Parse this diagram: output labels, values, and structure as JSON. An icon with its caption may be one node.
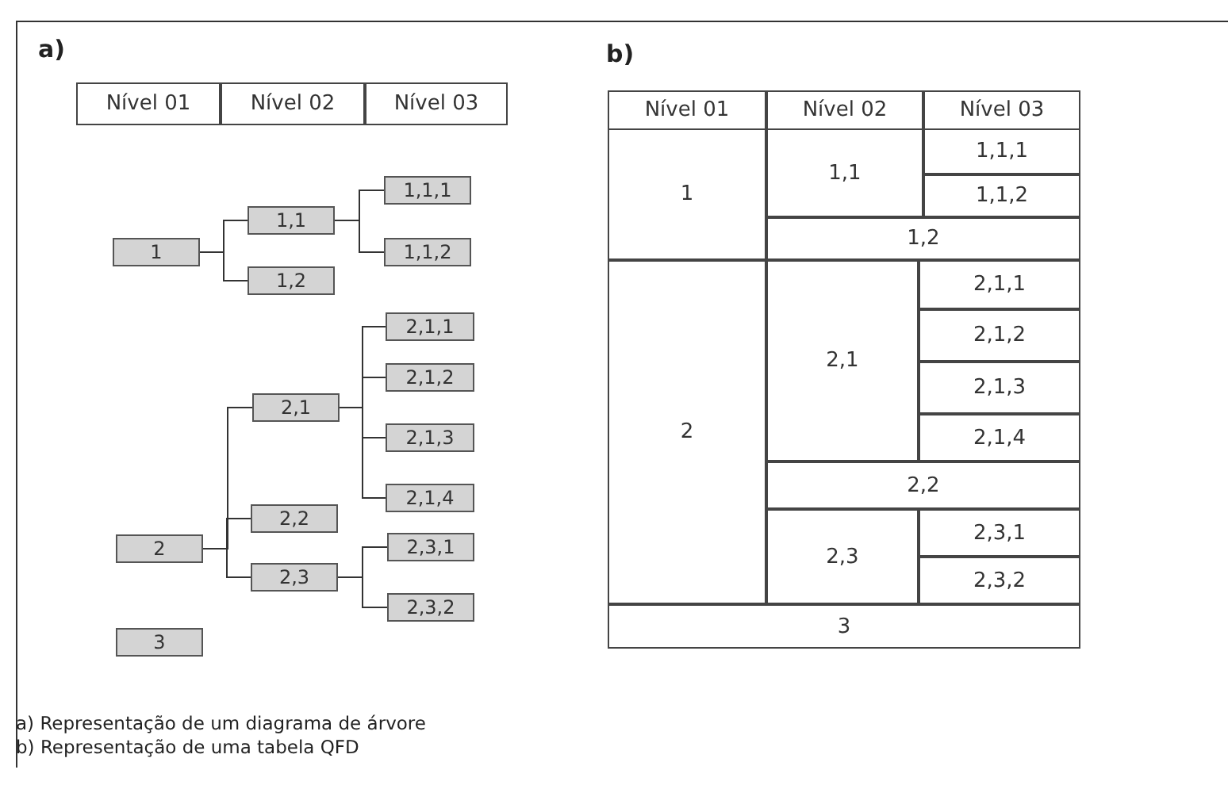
{
  "diagram": {
    "nodes": [
      {
        "text": [
          "1"
        ]
      },
      {
        "text": [
          "1,1"
        ]
      },
      {
        "text": [
          "1,1,1"
        ]
      },
      {
        "text": [
          "1,1,2"
        ]
      },
      {
        "text": [
          "1,2"
        ]
      },
      {
        "text": [
          "2"
        ]
      },
      {
        "text": [
          "2,1"
        ]
      },
      {
        "text": [
          "2,1,1"
        ]
      },
      {
        "text": [
          "2,1,2"
        ]
      },
      {
        "text": [
          "2,1,3"
        ]
      },
      {
        "text": [
          "2,1,4"
        ]
      },
      {
        "text": [
          "2,2"
        ]
      },
      {
        "text": [
          "2,3"
        ]
      },
      {
        "text": [
          "2,3,1"
        ]
      },
      {
        "text": [
          "2,3,2"
        ]
      },
      {
        "text": [
          "3"
        ]
      }
    ],
    "edges": [
      {
        "from": 0,
        "to": 1,
        "arrow": "none"
      },
      {
        "from": 0,
        "to": 4,
        "arrow": "none"
      },
      {
        "from": 1,
        "to": 2,
        "arrow": "none"
      },
      {
        "from": 1,
        "to": 3,
        "arrow": "none"
      },
      {
        "from": 5,
        "to": 6,
        "arrow": "none"
      },
      {
        "from": 5,
        "to": 11,
        "arrow": "none"
      },
      {
        "from": 5,
        "to": 12,
        "arrow": "none"
      },
      {
        "from": 6,
        "to": 7,
        "arrow": "none"
      },
      {
        "from": 6,
        "to": 8,
        "arrow": "none"
      },
      {
        "from": 6,
        "to": 9,
        "arrow": "none"
      },
      {
        "from": 6,
        "to": 10,
        "arrow": "none"
      },
      {
        "from": 12,
        "to": 13,
        "arrow": "none"
      },
      {
        "from": 12,
        "to": 14,
        "arrow": "none"
      }
    ],
    "labels": [
      "a)",
      "Nível 01",
      "Nível 02",
      "Nível 03",
      "b)",
      "Nível 01",
      "Nível 02",
      "Nível 03",
      "1",
      "1,1",
      "1,1,1",
      "1,1,2",
      "1,2",
      "2",
      "2,1",
      "2,1,1",
      "2,1,2",
      "2,1,3",
      "2,1,4",
      "2,2",
      "2,3",
      "2,3,1",
      "2,3,2",
      "3",
      "a) Representação de um diagrama de árvore",
      "b) Representação de uma tabela QFD"
    ]
  }
}
